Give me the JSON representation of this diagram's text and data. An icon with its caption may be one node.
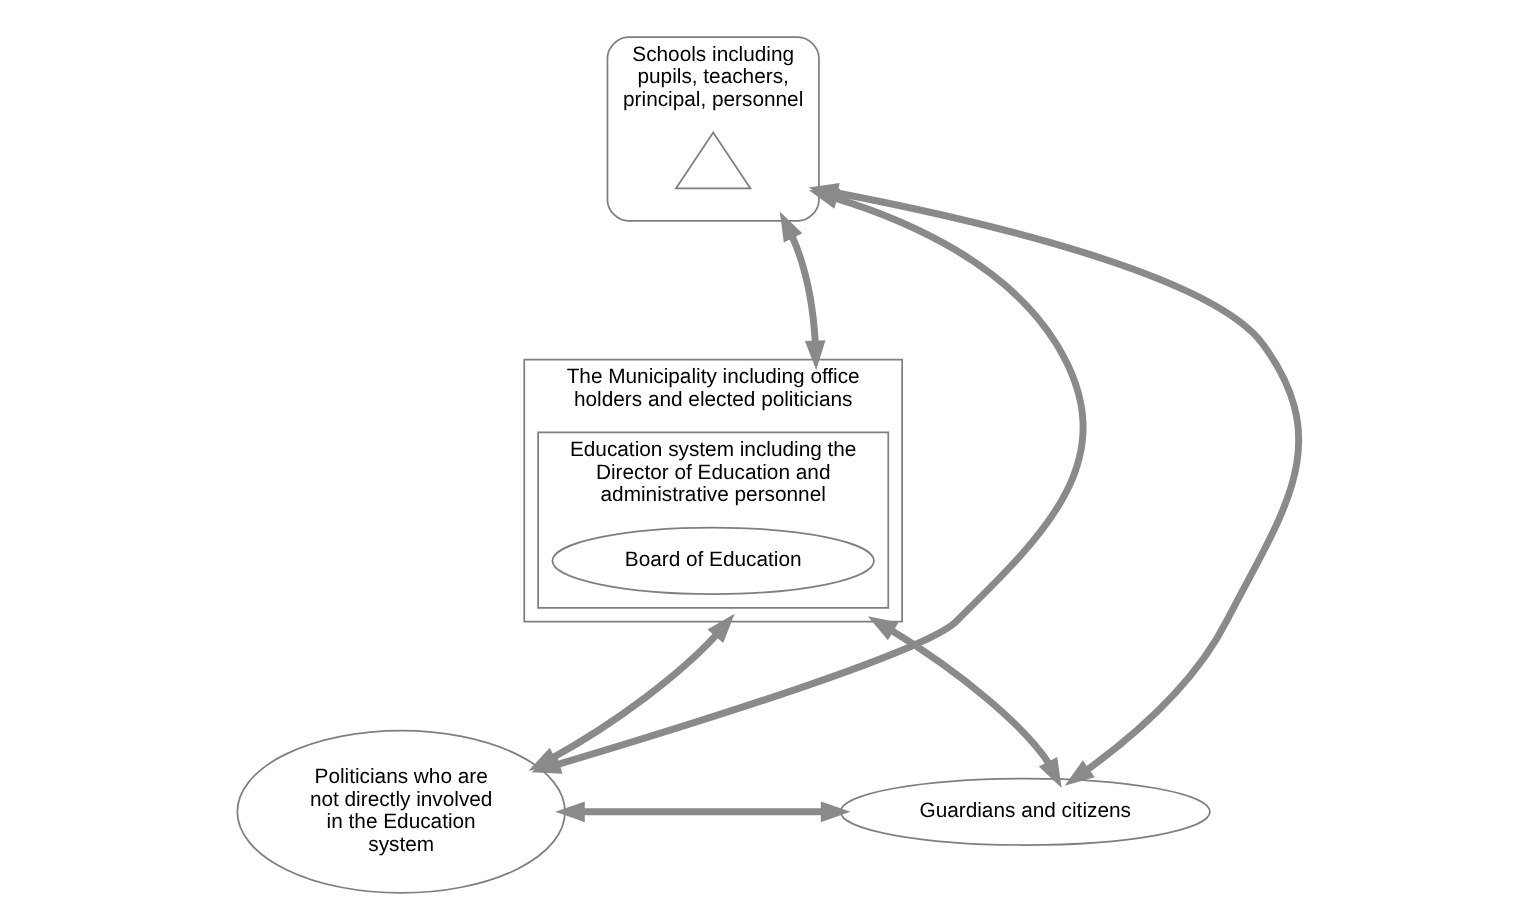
{
  "diagram": {
    "nodes": [
      {
        "text": [
          "Schools including pupils, teachers, principal, personnel"
        ]
      },
      {
        "text": [],
        "shape": "triangle",
        "in": 0
      },
      {
        "text": [
          "The Municipality including office holders and elected politicians"
        ]
      },
      {
        "text": [
          "Education system including the Director of Education and administrative personnel"
        ],
        "in": 2
      },
      {
        "text": [
          "Board of Education"
        ],
        "in": 3
      },
      {
        "text": [
          "Politicians who are not directly involved in the Education system"
        ]
      },
      {
        "text": [
          "Guardians and citizens"
        ]
      }
    ],
    "edges": [
      {
        "from": 0,
        "to": 2,
        "arrow": "both"
      },
      {
        "from": 0,
        "to": 5,
        "arrow": "both"
      },
      {
        "from": 0,
        "to": 6,
        "arrow": "both"
      },
      {
        "from": 5,
        "to": 2,
        "arrow": "both"
      },
      {
        "from": 6,
        "to": 2,
        "arrow": "both"
      },
      {
        "from": 5,
        "to": 6,
        "arrow": "both"
      }
    ]
  }
}
